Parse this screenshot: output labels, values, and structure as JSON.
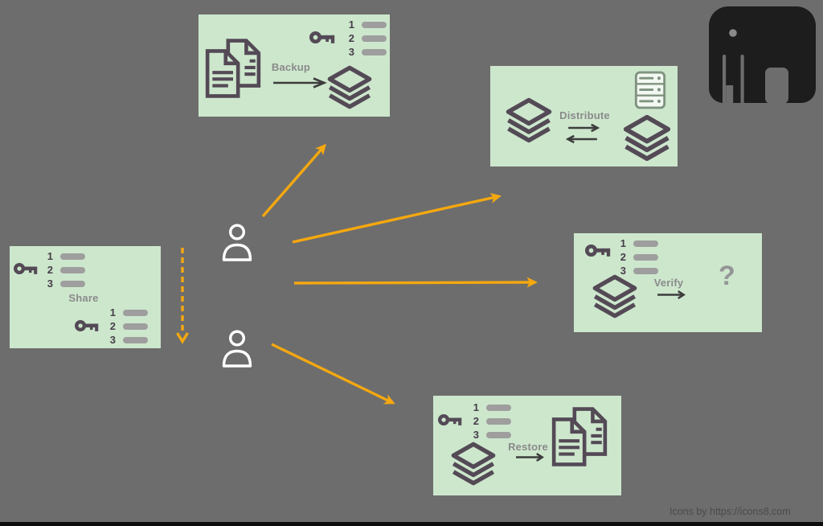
{
  "page": {
    "background_color": "#6d6d6d",
    "bottom_bar_color": "#0c0c0c"
  },
  "flow": {
    "share": {
      "label": "Share"
    },
    "backup": {
      "label": "Backup"
    },
    "distribute": {
      "label": "Distribute"
    },
    "verify": {
      "label": "Verify",
      "result_symbol": "?"
    },
    "restore": {
      "label": "Restore"
    }
  },
  "key_list_numbers": [
    "1",
    "2",
    "3"
  ],
  "footer": {
    "credit": "Icons by https://icons8.com"
  },
  "icons": {
    "key": "key-icon",
    "stack": "layers-stack-icon",
    "documents": "documents-copy-icon",
    "server": "server-icon",
    "person": "person-icon",
    "right_arrow": "right-arrow-icon",
    "elephant": "elephant-logo"
  },
  "colors": {
    "box_green": "#cde7cd",
    "icon_purple": "#544a56",
    "bar_gray": "#9e9e9e",
    "label_gray": "#8a8a8a",
    "arrow_orange": "#f5a80f",
    "dark_arrow": "#3d3d3d",
    "server_green": "#7f937f",
    "elephant_black": "#1d1d1d",
    "person_white": "#ffffff"
  }
}
